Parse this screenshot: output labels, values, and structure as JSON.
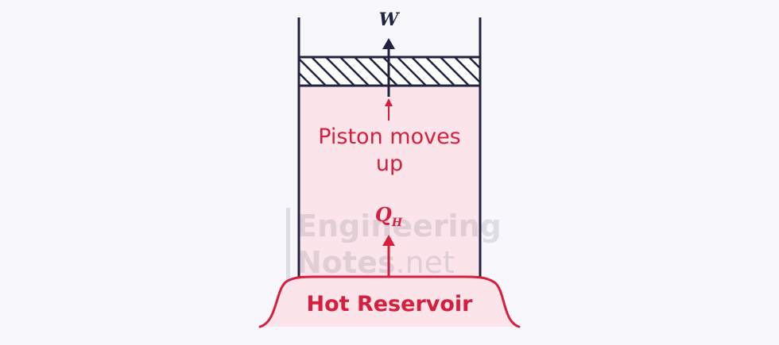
{
  "labels": {
    "work": "W",
    "piston_line1": "Piston moves",
    "piston_line2": "up",
    "heat_main": "Q",
    "heat_sub": "H",
    "reservoir": "Hot Reservoir"
  },
  "watermark": {
    "line1": "Engineering",
    "line2_bold": "Notes",
    "line2_light": ".net"
  },
  "colors": {
    "accent": "#d61f3d",
    "outline": "#1f2240",
    "gas_fill": "#fbe5ea",
    "background": "#f7f7fc"
  }
}
